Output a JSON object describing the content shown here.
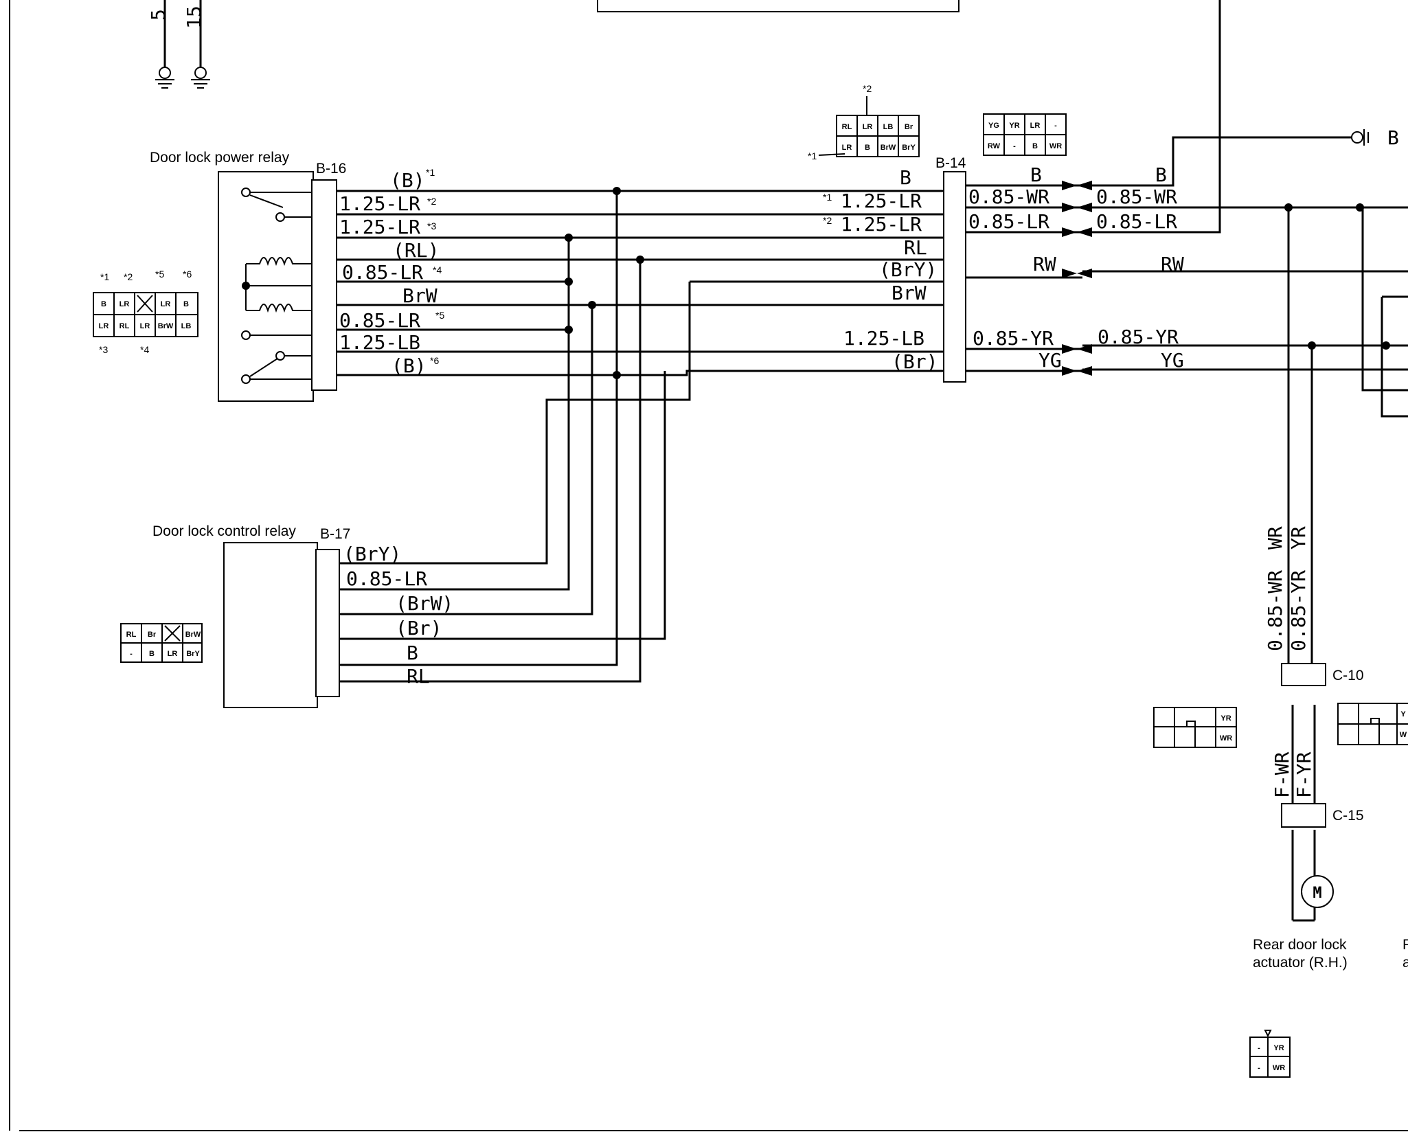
{
  "top": {
    "labels": [
      "5",
      "15"
    ]
  },
  "relays": {
    "power": {
      "title": "Door lock power relay",
      "connector": "B-16"
    },
    "control": {
      "title": "Door lock control relay",
      "connector": "B-17"
    }
  },
  "connectors": {
    "b14": "B-14",
    "c10": "C-10",
    "c15": "C-15",
    "ground_label": "B"
  },
  "b16_wires": [
    {
      "label": "(B)",
      "note": "*1"
    },
    {
      "label": "1.25-LR",
      "note": "*2"
    },
    {
      "label": "1.25-LR",
      "note": "*3"
    },
    {
      "label": "(RL)",
      "note": ""
    },
    {
      "label": "0.85-LR",
      "note": "*4"
    },
    {
      "label": "BrW",
      "note": ""
    },
    {
      "label": "0.85-LR",
      "note": "*5"
    },
    {
      "label": "1.25-LB",
      "note": ""
    },
    {
      "label": "(B)",
      "note": "*6"
    }
  ],
  "b14_left_labels": [
    {
      "label": "B",
      "note": ""
    },
    {
      "label": "1.25-LR",
      "note": "*1"
    },
    {
      "label": "1.25-LR",
      "note": "*2"
    },
    {
      "label": "RL",
      "note": ""
    },
    {
      "label": "(BrY)",
      "note": ""
    },
    {
      "label": "BrW",
      "note": ""
    },
    {
      "label": "1.25-LB",
      "note": ""
    },
    {
      "label": "(Br)",
      "note": ""
    }
  ],
  "b14_right_labels": [
    "B",
    "0.85-WR",
    "0.85-LR",
    "RW",
    "0.85-YR",
    "YG"
  ],
  "far_right_labels": [
    "B",
    "0.85-WR",
    "0.85-LR",
    "RW",
    "0.85-YR",
    "YG"
  ],
  "b17_wires": [
    "(BrY)",
    "0.85-LR",
    "(BrW)",
    "(Br)",
    "B",
    "RL"
  ],
  "vertical_labels": [
    "0.85-WR",
    "WR",
    "0.85-YR",
    "YR",
    "F-WR",
    "F-YR"
  ],
  "motor": {
    "symbol": "M",
    "caption_line1": "Rear door lock",
    "caption_line2": "actuator (R.H.)"
  },
  "right_edge_caption": [
    "R",
    "a"
  ],
  "connector_faces": {
    "b16_face": {
      "top": [
        "B",
        "LR",
        "",
        "LR",
        "B"
      ],
      "bottom": [
        "LR",
        "RL",
        "LR",
        "BrW",
        "LB"
      ],
      "top_notes": [
        "*1",
        "*2",
        "*5",
        "*6"
      ],
      "bottom_notes": [
        "*3",
        "*4"
      ]
    },
    "b14_face_a": {
      "top": [
        "RL",
        "LR",
        "LB",
        "Br"
      ],
      "bottom": [
        "LR",
        "B",
        "BrW",
        "BrY"
      ],
      "notes": [
        "*2",
        "*1"
      ]
    },
    "b14_face_b": {
      "top": [
        "YG",
        "YR",
        "LR",
        "-"
      ],
      "bottom": [
        "RW",
        "-",
        "B",
        "WR"
      ]
    },
    "b17_face": {
      "top": [
        "RL",
        "Br",
        "",
        "BrW"
      ],
      "bottom": [
        "-",
        "B",
        "LR",
        "BrY"
      ]
    },
    "c10_face": {
      "cells": [
        "YR",
        "WR"
      ]
    },
    "c10_face_right": {
      "cells": [
        "Y",
        "W"
      ]
    },
    "c15_face": {
      "cells": [
        "-",
        "YR",
        "-",
        "WR"
      ]
    }
  }
}
